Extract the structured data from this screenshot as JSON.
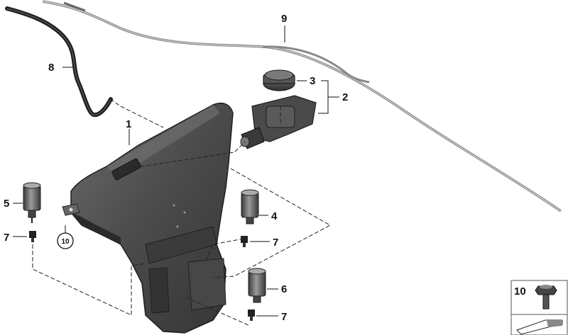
{
  "callouts": {
    "c1": "1",
    "c2": "2",
    "c3": "3",
    "c4": "4",
    "c5": "5",
    "c6": "6",
    "c7a": "7",
    "c7b": "7",
    "c7c": "7",
    "c8": "8",
    "c9": "9",
    "c10": "10"
  },
  "legend_box": {
    "number": "10"
  },
  "colors": {
    "part_dark": "#3f3f3f",
    "part_mid": "#5a5a5a",
    "part_light": "#8a8a8a",
    "line": "#222222",
    "hose": "#2e2e2e",
    "cable": "#9a9a9a"
  }
}
